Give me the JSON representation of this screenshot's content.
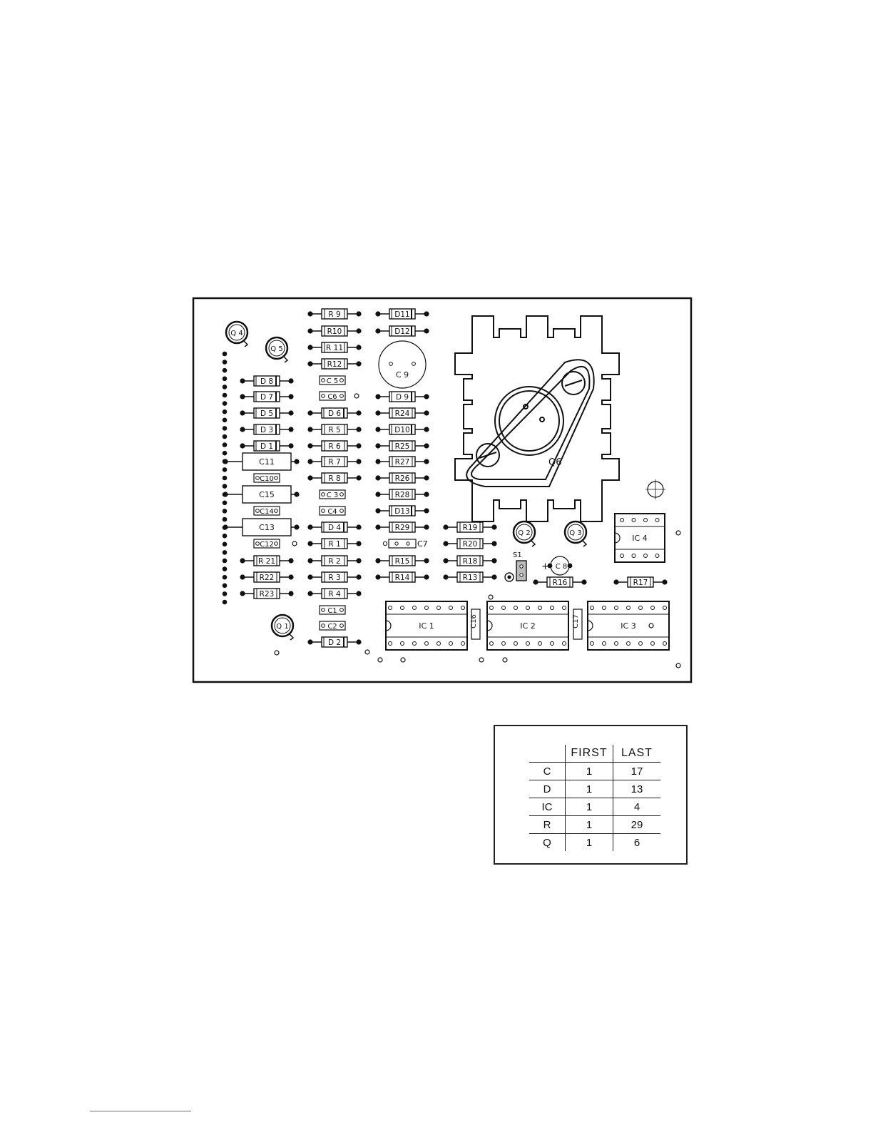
{
  "board": {
    "resistors": [
      "R 9",
      "R10",
      "R 11",
      "R12",
      "R 5",
      "R 6",
      "R 7",
      "R 8",
      "R 1",
      "R 2",
      "R 3",
      "R 4",
      "R24",
      "R25",
      "R27",
      "R26",
      "R28",
      "R29",
      "R15",
      "R14",
      "R19",
      "R20",
      "R18",
      "R13",
      "R 21",
      "R22",
      "R23",
      "R16",
      "R17"
    ],
    "diodes": [
      "D11",
      "D12",
      "D 9",
      "D10",
      "D13",
      "D 8",
      "D 7",
      "D 5",
      "D 3",
      "D 1",
      "D 6",
      "D 4",
      "D 2"
    ],
    "capacitors": [
      "C 5",
      "C6",
      "C 3",
      "C4",
      "C1",
      "C2",
      "C11",
      "C10",
      "C15",
      "C14",
      "C13",
      "C12",
      "C 9",
      "C7",
      "C 8",
      "C16",
      "C17"
    ],
    "transistors": [
      "Q 4",
      "Q 5",
      "Q 1",
      "Q 2",
      "Q 3",
      "Q6"
    ],
    "ics": [
      "IC 1",
      "IC 2",
      "IC 3",
      "IC 4"
    ],
    "switch": "S1",
    "plus_mark": "+"
  },
  "legend": {
    "headers": [
      "",
      "FIRST",
      "LAST"
    ],
    "rows": [
      {
        "label": "C",
        "first": "1",
        "last": "17"
      },
      {
        "label": "D",
        "first": "1",
        "last": "13"
      },
      {
        "label": "IC",
        "first": "1",
        "last": "4"
      },
      {
        "label": "R",
        "first": "1",
        "last": "29"
      },
      {
        "label": "Q",
        "first": "1",
        "last": "6"
      }
    ]
  }
}
